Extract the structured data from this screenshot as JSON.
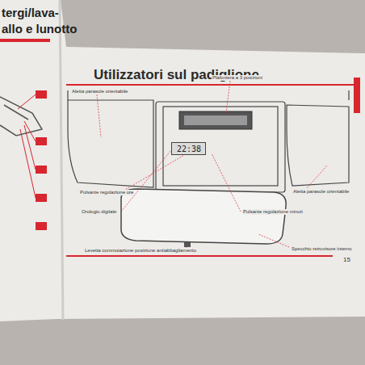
{
  "diagram": {
    "title": "Utilizzatori sul padiglione",
    "nodes": [
      {
        "text": [
          "22:38"
        ]
      }
    ],
    "labels": [
      "tergi/lava-",
      "allo e lunotto",
      "Aletta parasole orientabile",
      "Plafoniera a 3 posizioni",
      "Pulsante regolazione ore",
      "Orologio digitale",
      "Pulsante regolazione minuti",
      "Aletta parasole orientabile",
      "Specchio retrovisore interno",
      "Levetta commutazione posizione antiabbagliamento",
      "15"
    ]
  }
}
